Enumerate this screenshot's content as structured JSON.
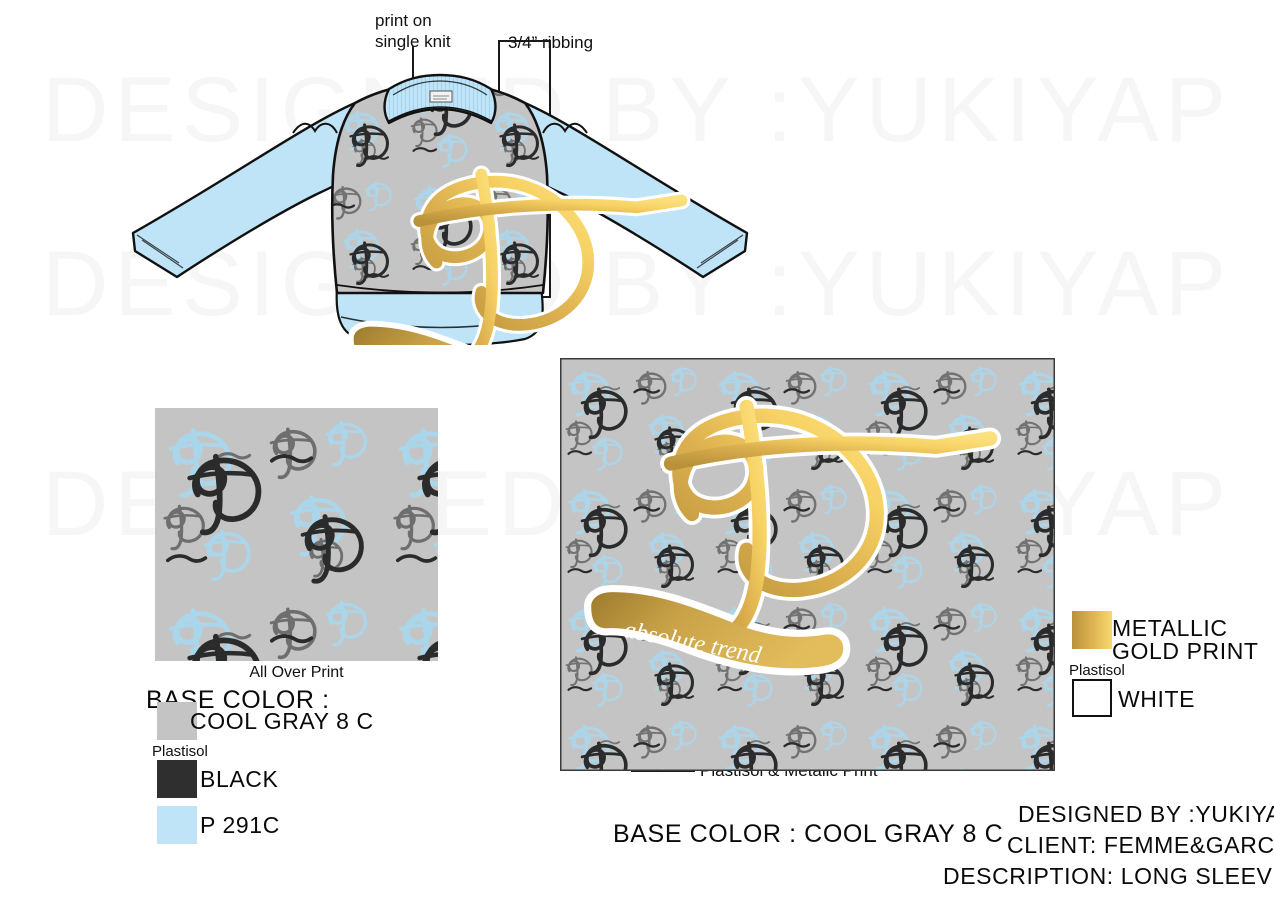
{
  "watermark": {
    "text": "DESIGNED BY :YUKIYAP",
    "color": "#f6f6f6",
    "repeats": 3
  },
  "callouts": {
    "print_on_single_knit": "print on\nsingle knit",
    "print_on_single_knit_line1": "print on",
    "print_on_single_knit_line2": "single knit",
    "ribbing": "3/4” ribbing",
    "plastisol_metalic": "Plastisol & Metalic Print"
  },
  "swatch_panel": {
    "caption": "All Over Print"
  },
  "legend_left": {
    "base_color_title": "BASE COLOR :",
    "base_color_name": "COOL GRAY 8 C",
    "base_color_hex": "#c4c4c4",
    "plastisol_label": "Plastisol",
    "items": [
      {
        "name": "BLACK",
        "hex": "#2f2f2f"
      },
      {
        "name": "P 291C",
        "hex": "#bfe3f7"
      }
    ]
  },
  "legend_right": {
    "metallic_line1": "METALLIC",
    "metallic_line2": "GOLD PRINT",
    "metallic_hex": "#d9ab4a",
    "plastisol_label": "Plastisol",
    "white_label": "WHITE",
    "white_hex": "#ffffff"
  },
  "footer": {
    "base_color_line": "BASE COLOR :  COOL GRAY 8 C",
    "designed_by": "DESIGNED BY :YUKIYAP",
    "client": "CLIENT: FEMME&GARCON",
    "description": "DESCRIPTION: LONG SLEEVE AOP"
  },
  "artwork": {
    "ribbon_text": "absolute trend",
    "monogram": "FG",
    "gold_light": "#fbd665",
    "gold_mid": "#e3b44f",
    "gold_dark": "#b8913a",
    "outline": "#ffffff"
  },
  "garment": {
    "type": "long sleeve sweatshirt flat sketch",
    "body_fill": "#c4c4c4",
    "sleeve_fill": "#bfe3f7",
    "rib_fill": "#bfe3f7",
    "outline": "#111111"
  },
  "colors": {
    "aop_base": "#c4c4c4",
    "aop_black": "#2b2b2b",
    "aop_gray": "#6e6e6e",
    "aop_blue": "#a8d8f0",
    "page_bg": "#ffffff",
    "text": "#111111"
  }
}
